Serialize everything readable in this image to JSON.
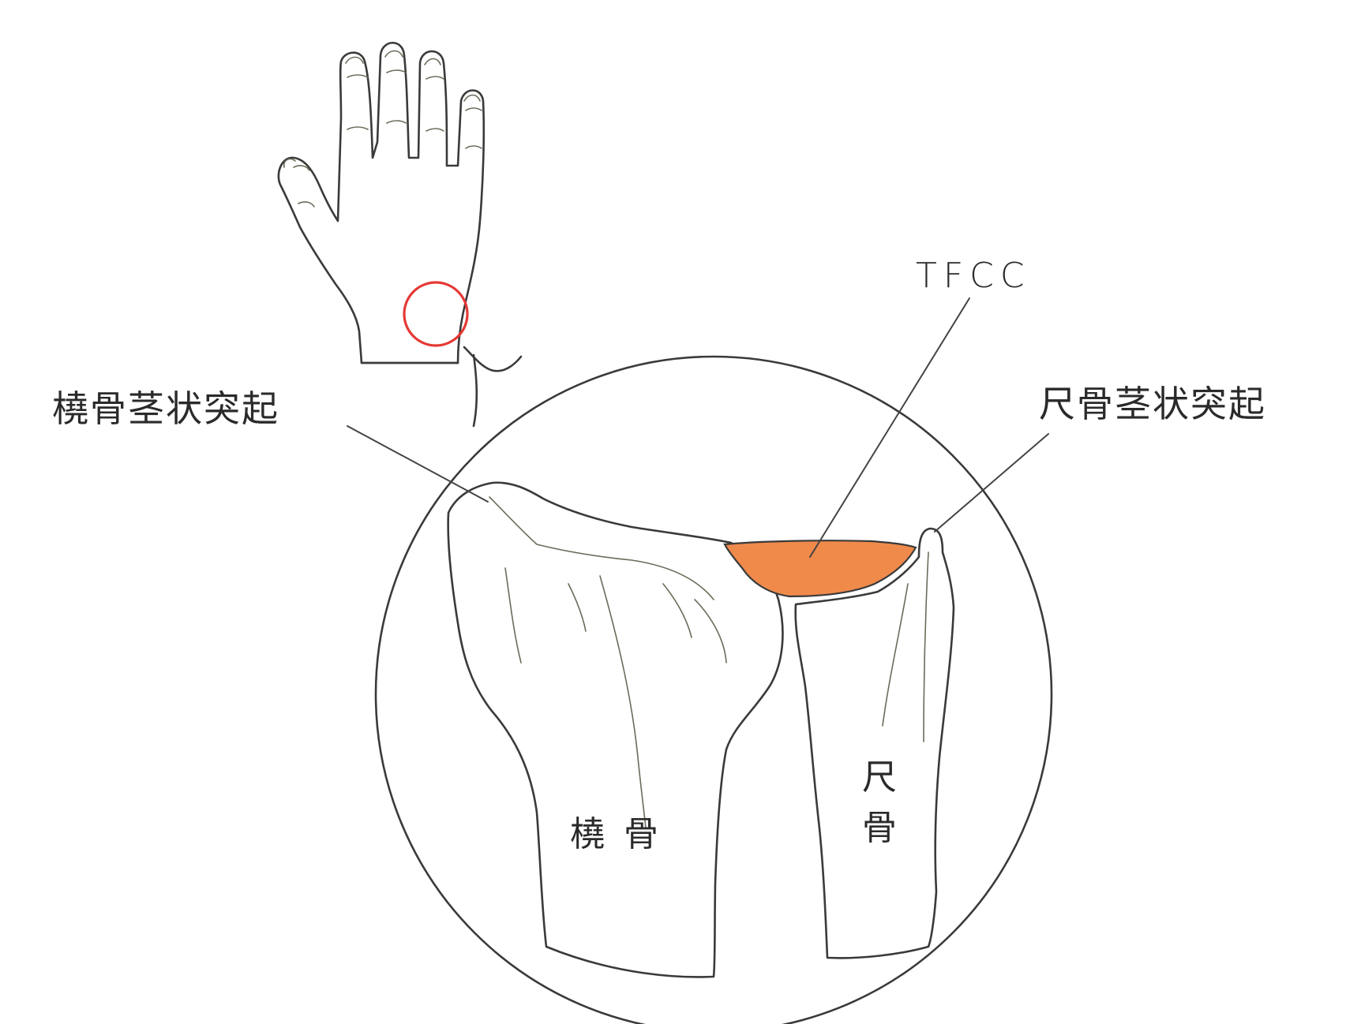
{
  "labels": {
    "radial_styloid": "橈骨茎状突起",
    "ulnar_styloid": "尺骨茎状突起",
    "tfcc": "TFCC",
    "radius_bone": "橈骨",
    "ulna_bone": "尺骨"
  },
  "colors": {
    "bone_fill": "#F5E6A6",
    "hand_fill": "#F3D488",
    "tfcc_fill": "#F08A4B",
    "marker_circle": "#E53935",
    "outline": "#3A3A3A"
  },
  "icons": {
    "hand": "hand-dorsal-icon",
    "marker": "red-circle-marker-icon"
  }
}
